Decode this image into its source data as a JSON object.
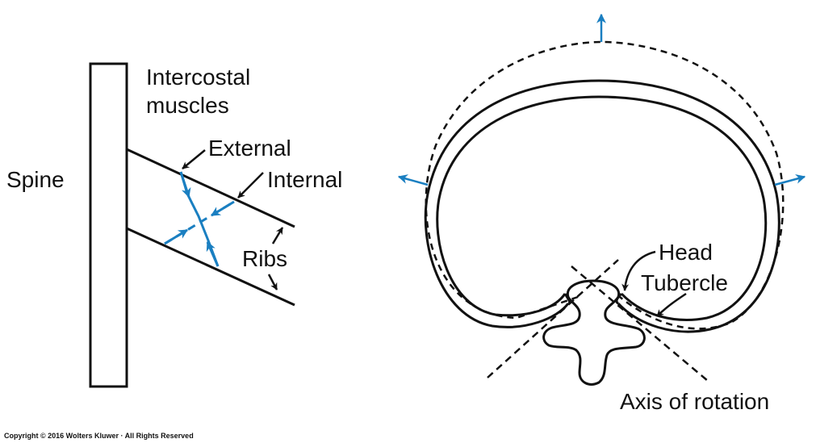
{
  "colors": {
    "ink": "#111111",
    "accent": "#1a7fc1",
    "background": "#ffffff"
  },
  "labels": {
    "intercostal_line1": "Intercostal",
    "intercostal_line2": "muscles",
    "external": "External",
    "internal": "Internal",
    "spine": "Spine",
    "ribs": "Ribs",
    "head": "Head",
    "tubercle": "Tubercle",
    "axis_of_rotation": "Axis of rotation"
  },
  "copyright": "Copyright © 2016 Wolters Kluwer · All Rights Reserved"
}
